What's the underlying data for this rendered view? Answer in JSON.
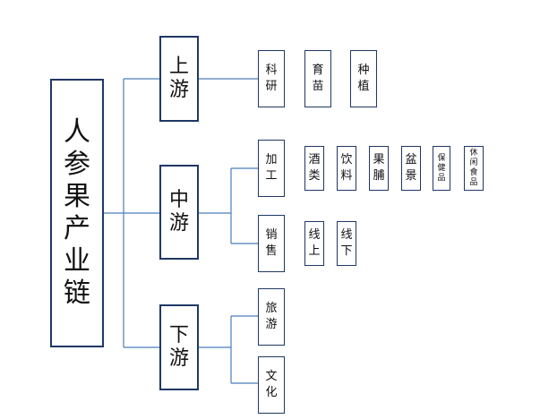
{
  "root": {
    "label": "人参果产业链"
  },
  "stages": {
    "upstream": {
      "label": "上游"
    },
    "midstream": {
      "label": "中游"
    },
    "downstream": {
      "label": "下游"
    }
  },
  "nodes": {
    "research": "科研",
    "breeding": "育苗",
    "planting": "种植",
    "processing": "加工",
    "sales": "销售",
    "tourism": "旅游",
    "culture": "文化",
    "wine": "酒类",
    "beverage": "饮料",
    "preserved": "果脯",
    "bonsai": "盆景",
    "health": "保健品",
    "snack": "休闲食品",
    "online": "线上",
    "offline": "线下"
  },
  "colors": {
    "line": "#4a7ebb",
    "border": "#1f3864"
  }
}
